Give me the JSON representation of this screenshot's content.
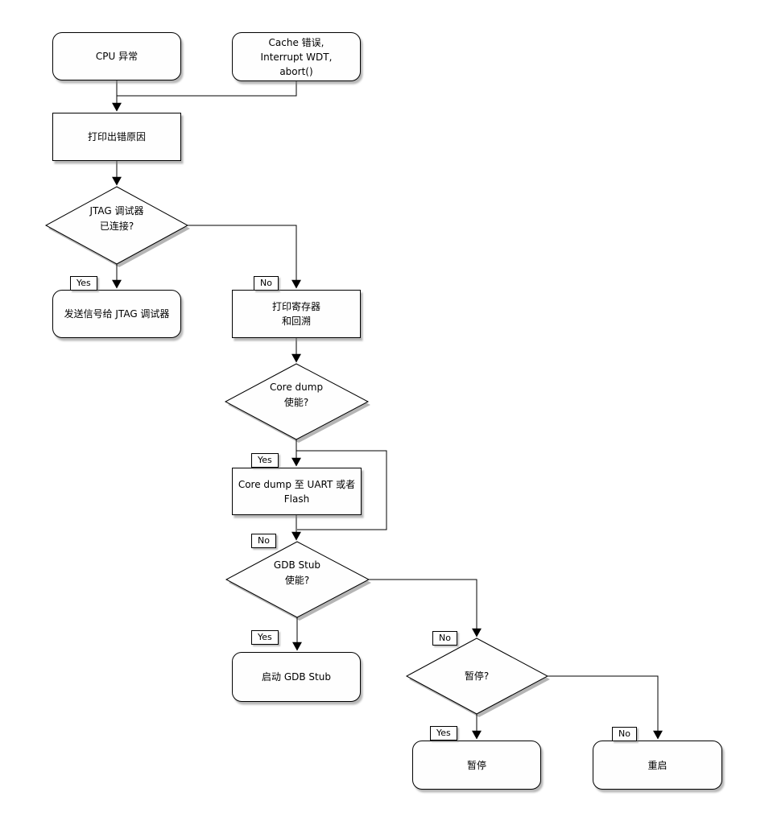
{
  "diagram": {
    "type": "flowchart",
    "colors": {
      "background": "#ffffff",
      "node_fill": "#fefefe",
      "node_border": "#000000",
      "connector": "#000000",
      "shadow": "#7d7d7d"
    }
  },
  "nodes": {
    "cpu_exception": {
      "label": "CPU 异常"
    },
    "fatal_causes": {
      "lines": [
        "Cache 错误,",
        "Interrupt WDT,",
        "abort()"
      ]
    },
    "print_reason": {
      "label": "打印出错原因"
    },
    "jtag_connected": {
      "lines": [
        "JTAG 调试器",
        "已连接?"
      ]
    },
    "send_signal_jtag": {
      "label": "发送信号给 JTAG 调试器"
    },
    "print_registers": {
      "lines": [
        "打印寄存器",
        "和回溯"
      ]
    },
    "coredump_enabled": {
      "lines": [
        "Core dump",
        "使能?"
      ]
    },
    "coredump_write": {
      "label": "Core dump 至 UART 或者 Flash"
    },
    "gdbstub_enabled": {
      "lines": [
        "GDB Stub",
        "使能?"
      ]
    },
    "start_gdbstub": {
      "label": "启动 GDB Stub"
    },
    "halt_question": {
      "label": "暂停?"
    },
    "halt": {
      "label": "暂停"
    },
    "reboot": {
      "label": "重启"
    }
  },
  "edge_labels": {
    "yes": "Yes",
    "no": "No"
  }
}
